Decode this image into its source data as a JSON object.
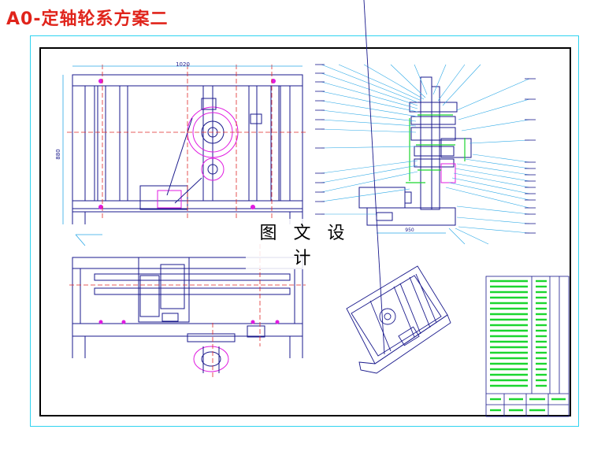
{
  "title": "A0-定轴轮系方案二",
  "watermark": "图 文 设 计",
  "dimensions": {
    "top_width": "1020",
    "side_height": "880",
    "base_width": "950"
  },
  "colors": {
    "title": "#e0241b",
    "outer_frame": "#2fd3f0",
    "cad_lines": "#1a1a8c",
    "leaders": "#2aa8e6",
    "parts": "#e01be0",
    "highlight": "#1bd62f",
    "centerline": "#e02a2a"
  },
  "icons": [
    "drawing-sheet",
    "front-view",
    "plan-view",
    "side-view",
    "isometric-view",
    "title-block"
  ]
}
